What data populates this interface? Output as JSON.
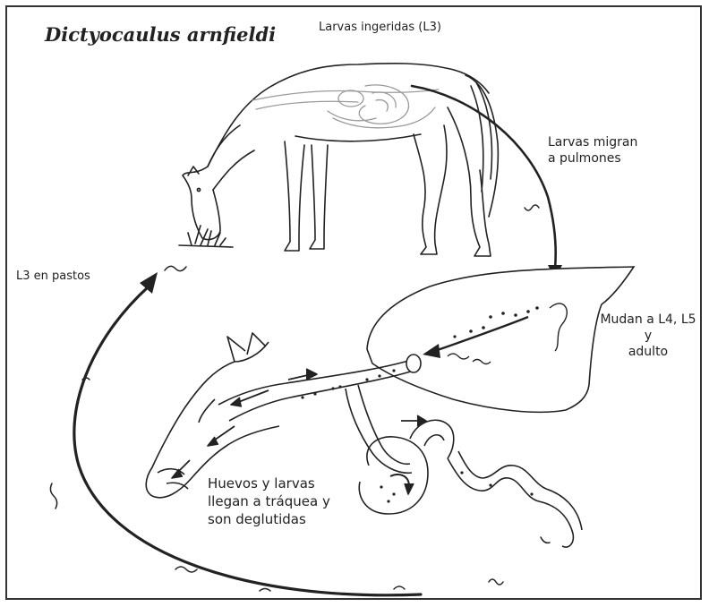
{
  "title": "Dictyocaulus arnfieldi",
  "labels": {
    "ingested": "Larvas ingeridas  (L3)",
    "migrate": [
      "Larvas migran",
      "a pulmones"
    ],
    "pasture": "L3 en pastos",
    "molt": [
      "Mudan a L4, L5 y",
      "adulto"
    ],
    "trachea": [
      "Huevos y larvas",
      "llegan a tráquea y",
      "son deglutidas"
    ]
  },
  "colors": {
    "line": "#222222",
    "fill": "#ffffff",
    "soft": "#9a9a9a"
  }
}
